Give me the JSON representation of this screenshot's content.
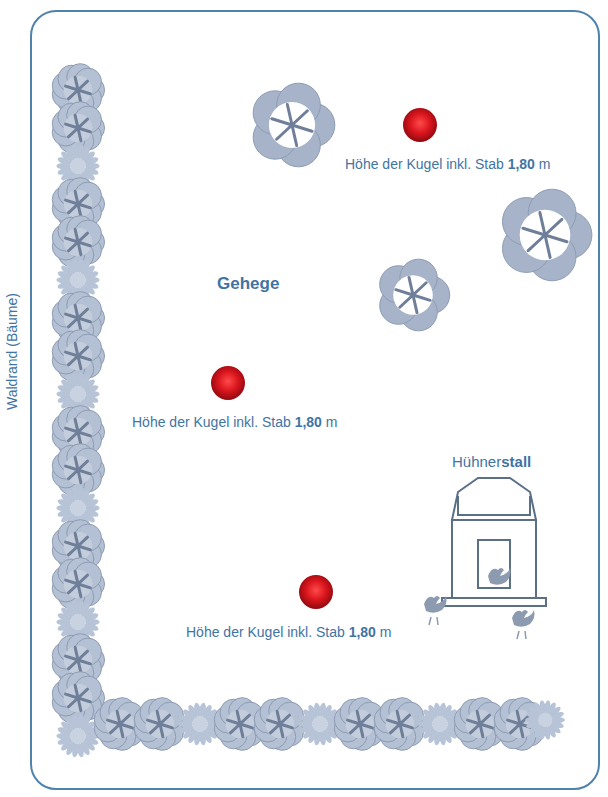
{
  "diagram": {
    "nodes": [
      {
        "text": [
          "Gehege"
        ]
      }
    ],
    "labels": [
      "Waldrand (Bäume)",
      "Höhe der Kugel inkl. Stab 1,80 m",
      "Höhe der Kugel inkl. Stab 1,80 m",
      "Höhe der Kugel inkl. Stab 1,80 m",
      "Hühnerstall"
    ]
  }
}
